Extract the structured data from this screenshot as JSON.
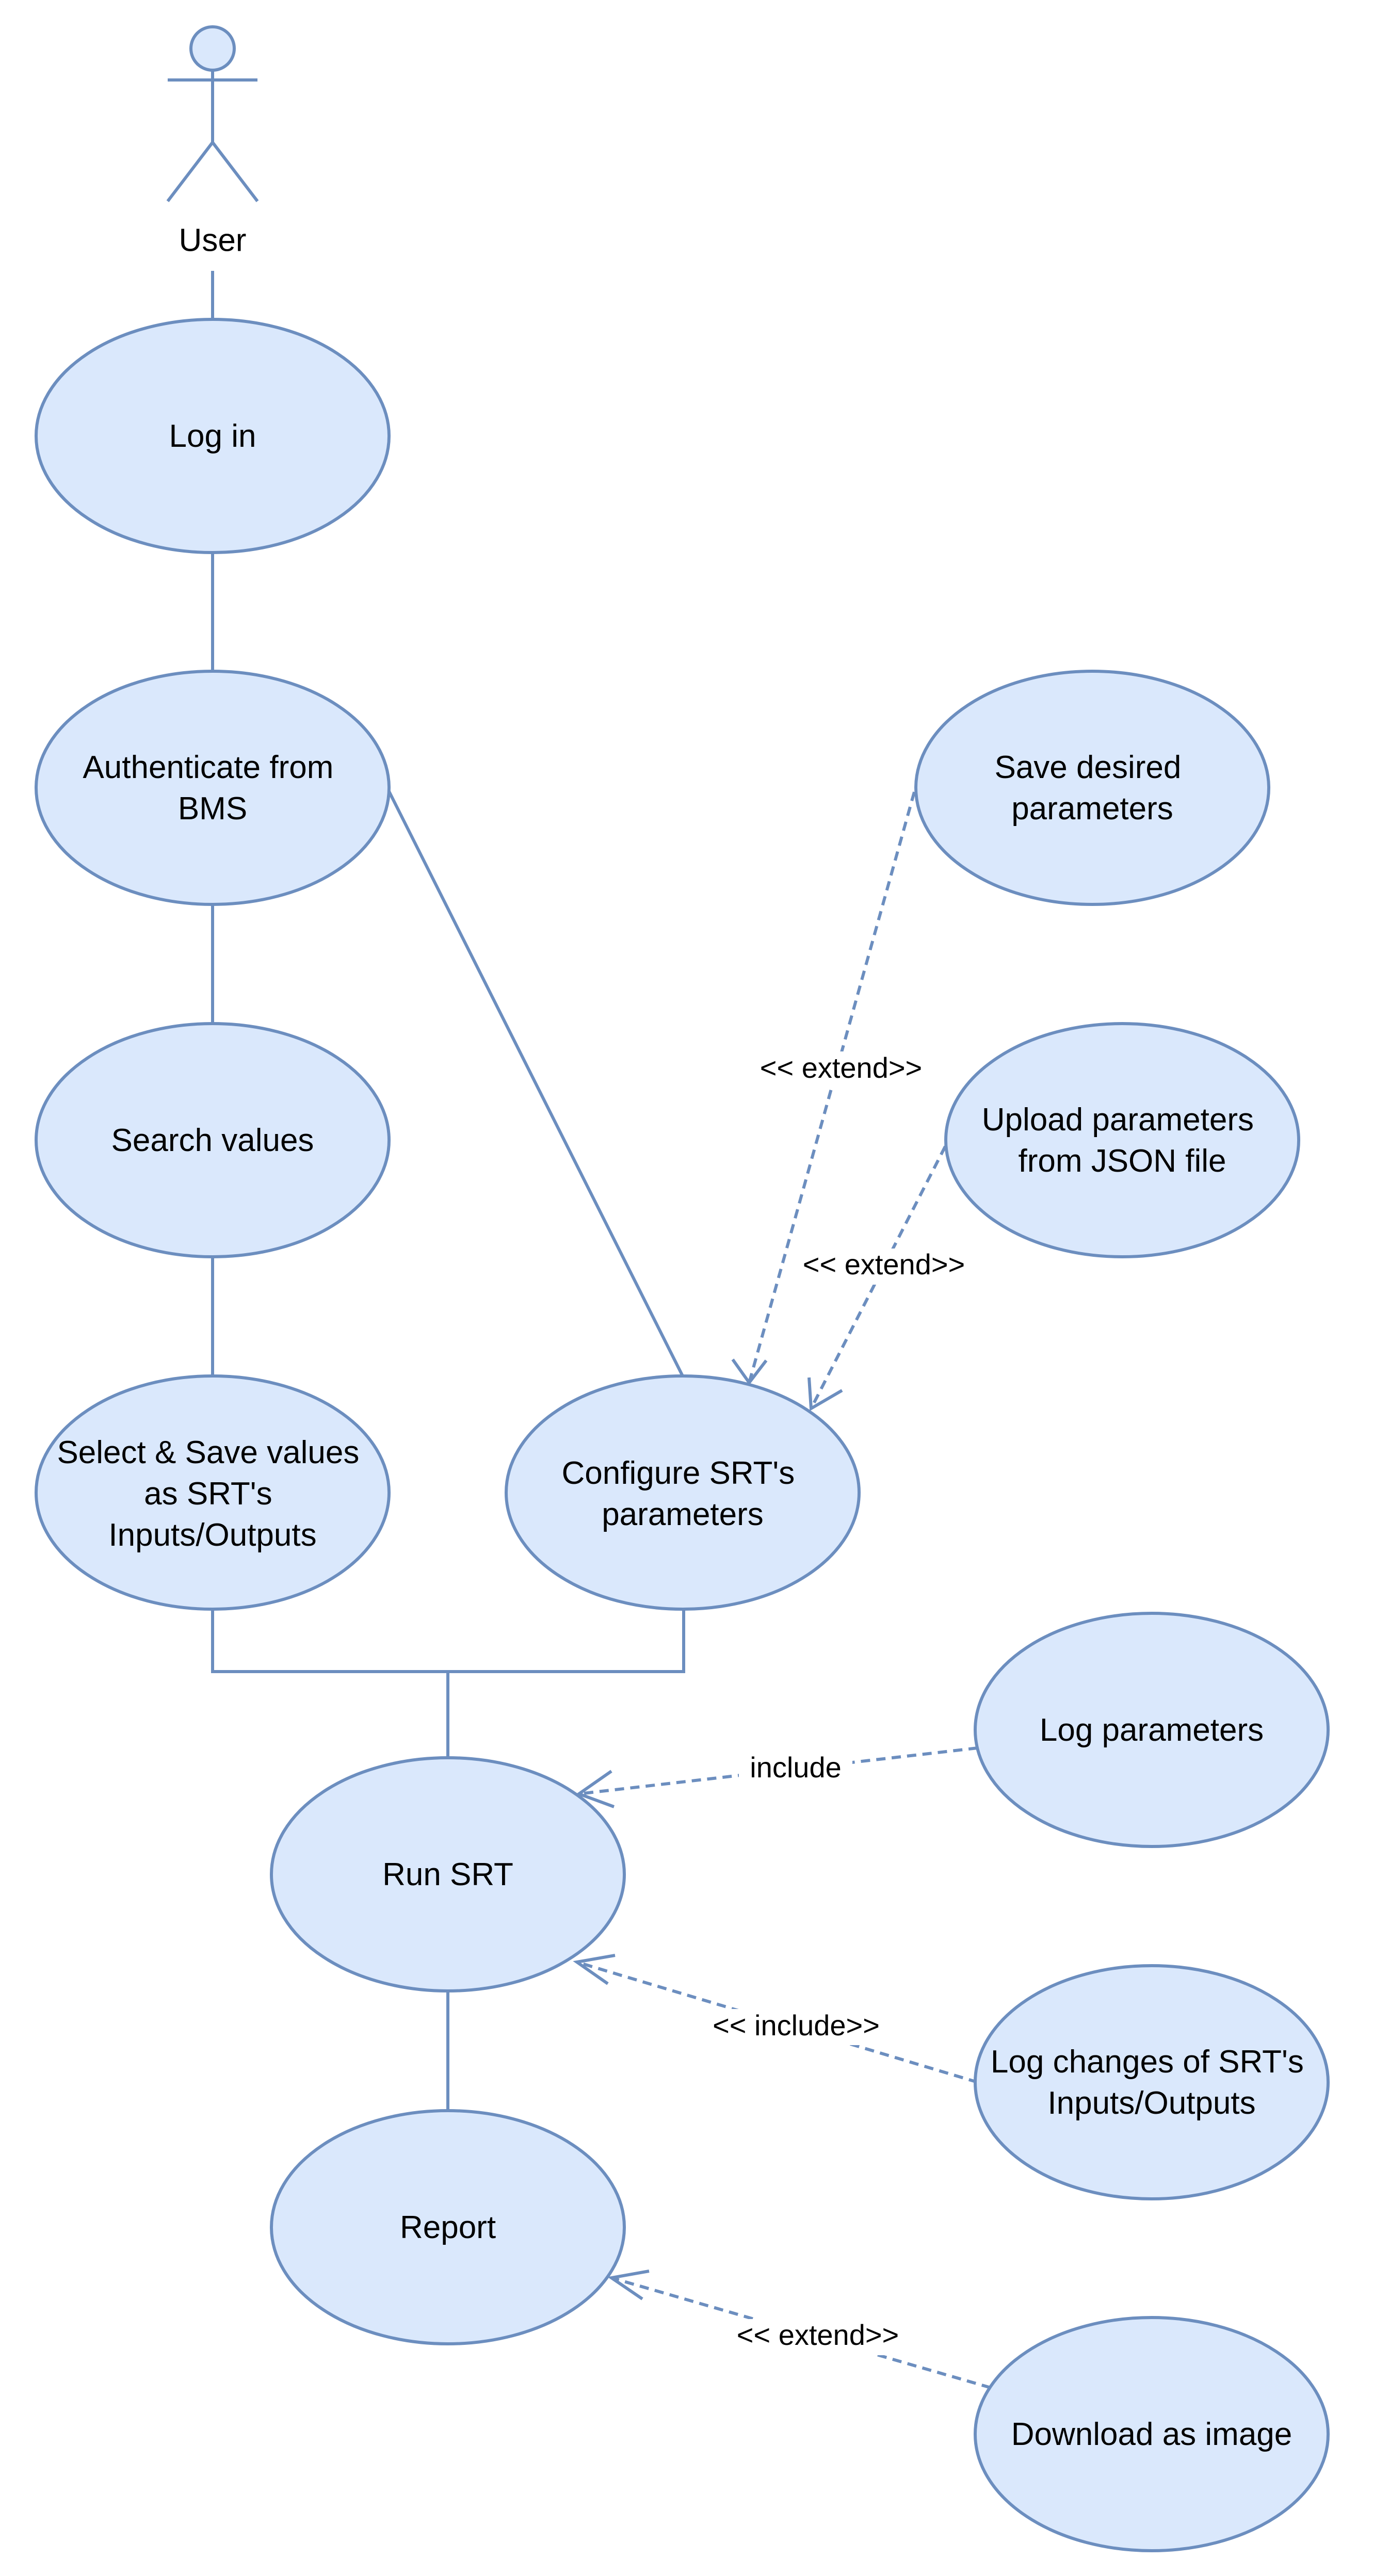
{
  "actor": {
    "label": "User",
    "icon": "stick-figure-actor-icon"
  },
  "colors": {
    "fill": "#dae8fc",
    "stroke": "#6c8ebf",
    "text": "#000000"
  },
  "use_cases": {
    "login": [
      "Log in"
    ],
    "authenticate": [
      "Authenticate from",
      "BMS"
    ],
    "search": [
      "Search values"
    ],
    "select_save": [
      "Select & Save values",
      "as SRT's",
      "Inputs/Outputs"
    ],
    "configure": [
      "Configure SRT's",
      "parameters"
    ],
    "save_params": [
      "Save desired",
      "parameters"
    ],
    "upload_params": [
      "Upload parameters",
      "from JSON file"
    ],
    "run": [
      "Run SRT"
    ],
    "log_params": [
      "Log parameters"
    ],
    "log_changes": [
      "Log changes of SRT's",
      "Inputs/Outputs"
    ],
    "report": [
      "Report"
    ],
    "download": [
      "Download as image"
    ]
  },
  "relations": {
    "save_extend": "<< extend>>",
    "upload_extend": "<< extend>>",
    "log_params_include": "include",
    "log_changes_include": "<< include>>",
    "download_extend": "<< extend>>"
  }
}
